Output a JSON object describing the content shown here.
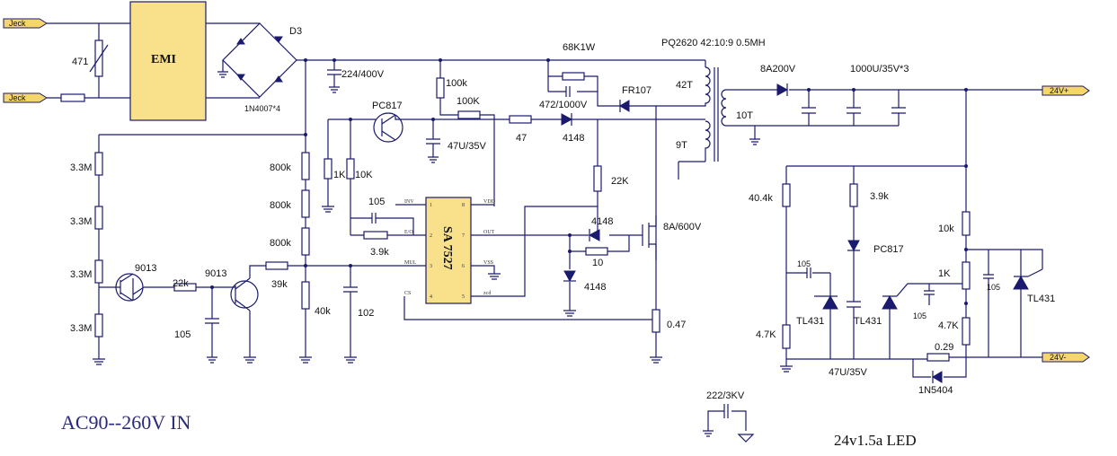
{
  "texts": {
    "emi": "EMI",
    "bridge_ref": "D3",
    "bridge_part": "1N4007*4",
    "varistor": "471",
    "cap_x": "224/400V",
    "r_100k_top": "100k",
    "r_100K": "100K",
    "r_68k": "68K1W",
    "transformer": "PQ2620 42:10:9  0.5MH",
    "cap_snub": "472/1000V",
    "fr107": "FR107",
    "turns_42": "42T",
    "turns_9": "9T",
    "turns_10": "10T",
    "diode_out": "8A200V",
    "caps_out": "1000U/35V*3",
    "pc817_a": "PC817",
    "r_47": "47",
    "d_4148_a": "4148",
    "cap_47u": "47U/35V",
    "r_3m3_1": "3.3M",
    "r_3m3_2": "3.3M",
    "r_3m3_3": "3.3M",
    "r_3m3_4": "3.3M",
    "r_800k_1": "800k",
    "r_800k_2": "800k",
    "r_800k_3": "800k",
    "r_40k": "40k",
    "r_1k": "1K",
    "r_10k": "10K",
    "c_105_a": "105",
    "r_3k9_a": "3.9k",
    "ic_name": "SA 7527",
    "pin_inv": "INV",
    "pin_eo": "E/O",
    "pin_mul": "MUL",
    "pin_cs": "CS",
    "pin_vdd": "VDD",
    "pin_out": "OUT",
    "pin_vss": "VSS",
    "pin_zcd": "zcd",
    "r_22K": "22K",
    "d_4148_b": "4148",
    "mos": "8A/600V",
    "r_10": "10",
    "d_4148_c": "4148",
    "r_047": "0.47",
    "q_9013_a": "9013",
    "q_9013_b": "9013",
    "r_22k": "22k",
    "r_39k": "39k",
    "c_105_b": "105",
    "c_102": "102",
    "r_40k4": "40.4k",
    "r_3k9_b": "3.9k",
    "pc817_b": "PC817",
    "r_10k_b": "10k",
    "c_105_c": "105",
    "r_1K_b": "1K",
    "c_105_d": "105",
    "tl431_a": "TL431",
    "tl431_b": "TL431",
    "tl431_c": "TL431",
    "c_105_e": "105",
    "r_4k7_a": "4.7K",
    "r_4k7_b": "4.7K",
    "r_029": "0.29",
    "cap_47u_b": "47U/35V",
    "d_1n5404": "1N5404",
    "cap_y": "222/3KV",
    "conn_in_1": "Jeck",
    "conn_in_2": "Jeck",
    "conn_out_1": "24V+",
    "conn_out_2": "24V-",
    "title_in": "AC90--260V IN",
    "title_out": "24v1.5a LED"
  },
  "colors": {
    "wire": "#1a1a6e",
    "emi_fill": "#f9e08a",
    "ic_fill": "#f9e08a",
    "connector_fill": "#f5d66b"
  }
}
